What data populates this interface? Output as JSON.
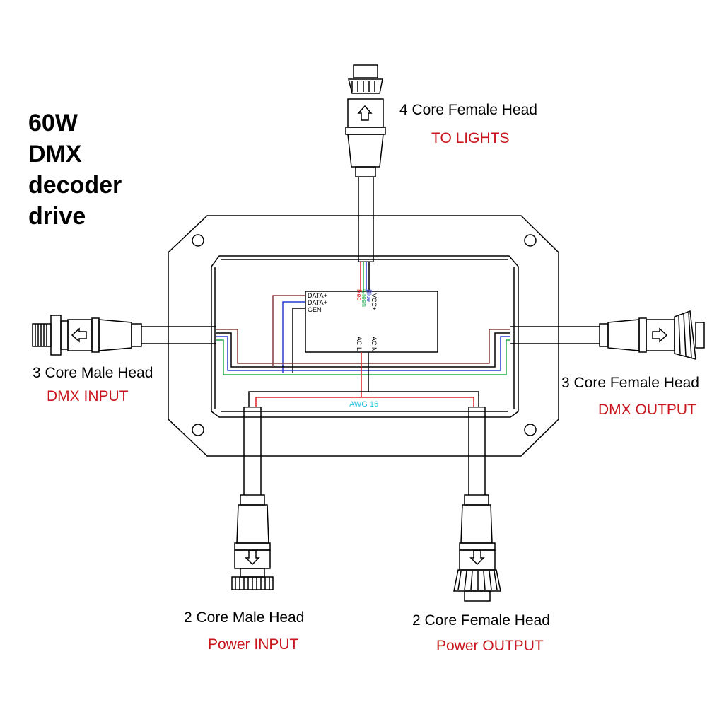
{
  "title": {
    "line1": "60W",
    "line2": "DMX",
    "line3": "decoder",
    "line4": "drive"
  },
  "connectors": {
    "top": {
      "label": "4 Core Female Head",
      "sublabel": "TO LIGHTS"
    },
    "left": {
      "label": "3 Core Male Head",
      "sublabel": "DMX  INPUT"
    },
    "right": {
      "label": "3 Core Female Head",
      "sublabel": "DMX OUTPUT"
    },
    "bottom_left": {
      "label": "2 Core Male Head",
      "sublabel": "Power  INPUT"
    },
    "bottom_right": {
      "label": "2 Core Female Head",
      "sublabel": "Power OUTPUT"
    }
  },
  "module": {
    "left_pins": [
      "DATA+",
      "DATA+",
      "GEN"
    ],
    "top_pins": [
      "VCC+",
      "Blue",
      "Green",
      "Red"
    ],
    "bottom_pins": [
      "AC N",
      "AC L"
    ]
  },
  "wire_gauge": "AWG 16",
  "colors": {
    "label_red": "#c8161d",
    "wire_red": "#e0202a",
    "wire_green": "#22b14c",
    "wire_blue": "#2a3bd4",
    "wire_brown": "#8b3a3a",
    "gauge_cyan": "#27c3e0"
  }
}
